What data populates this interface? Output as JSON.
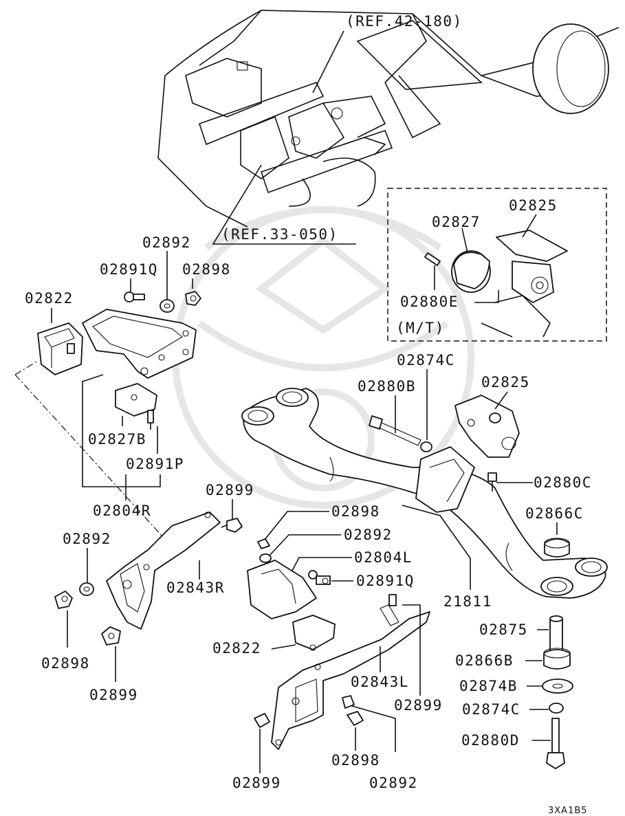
{
  "diagram": {
    "ref_top": "(REF.42-180)",
    "ref_mid": "(REF.33-050)",
    "inset_caption": "(M/T)",
    "code": "3XA1B5"
  },
  "labels": {
    "inset_02825": "02825",
    "inset_02827": "02827",
    "inset_02880E": "02880E",
    "top_02892": "02892",
    "top_02891Q": "02891Q",
    "top_02898": "02898",
    "left_02822": "02822",
    "left_02827B": "02827B",
    "left_02891P": "02891P",
    "left_02804R": "02804R",
    "mid_02874C": "02874C",
    "mid_02880B": "02880B",
    "mid_02825": "02825",
    "mid_02880C": "02880C",
    "mid_02866C": "02866C",
    "mid_02899": "02899",
    "mid_02898": "02898",
    "mid_02892": "02892",
    "mid_02804L": "02804L",
    "mid_02891Q": "02891Q",
    "mid_21811": "21811",
    "left_02892b": "02892",
    "left_02843R": "02843R",
    "left_02898b": "02898",
    "left_02899b": "02899",
    "low_02822": "02822",
    "low_02843L": "02843L",
    "low_02899a": "02899",
    "right_02875": "02875",
    "right_02866B": "02866B",
    "right_02874B": "02874B",
    "right_02874C": "02874C",
    "right_02880D": "02880D",
    "bot_02898": "02898",
    "bot_02892": "02892",
    "bot_02899": "02899"
  }
}
